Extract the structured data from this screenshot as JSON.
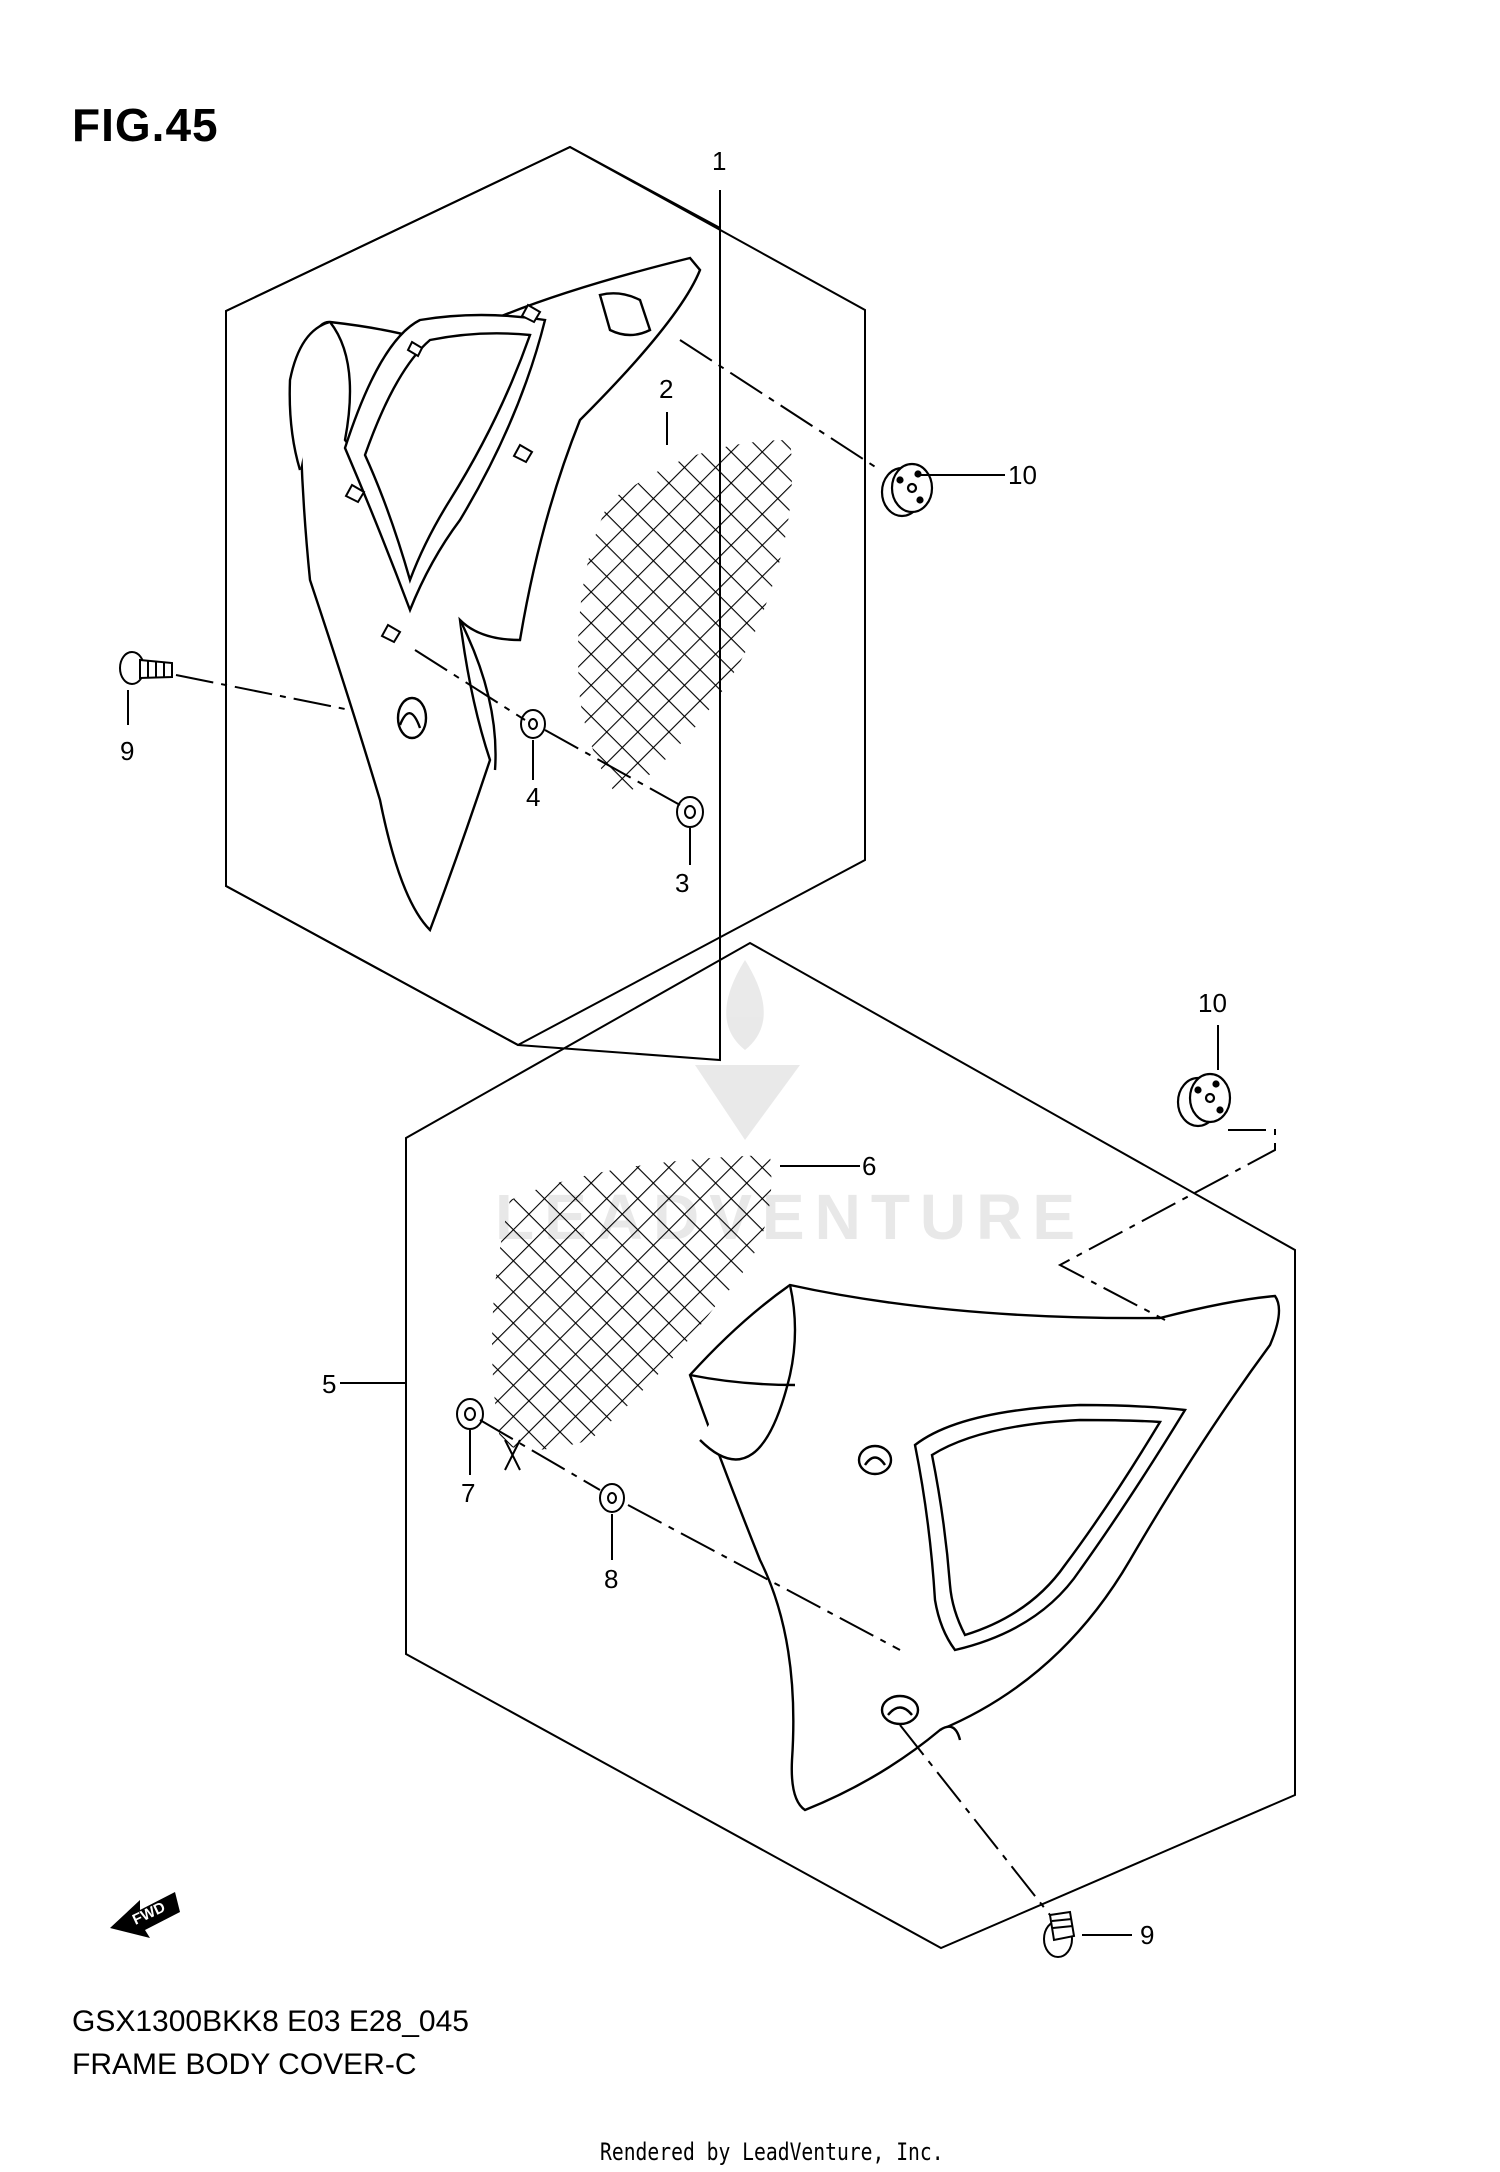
{
  "figure": {
    "title": "FIG.45",
    "model_code": "GSX1300BKK8 E03 E28_045",
    "name": "FRAME BODY COVER-C",
    "credit": "Rendered by LeadVenture, Inc.",
    "watermark": "LEADVENTURE",
    "fwd_label": "FWD"
  },
  "callouts": {
    "c1": "1",
    "c2": "2",
    "c3": "3",
    "c4": "4",
    "c5": "5",
    "c6": "6",
    "c7": "7",
    "c8": "8",
    "c9a": "9",
    "c9b": "9",
    "c10a": "10",
    "c10b": "10"
  }
}
